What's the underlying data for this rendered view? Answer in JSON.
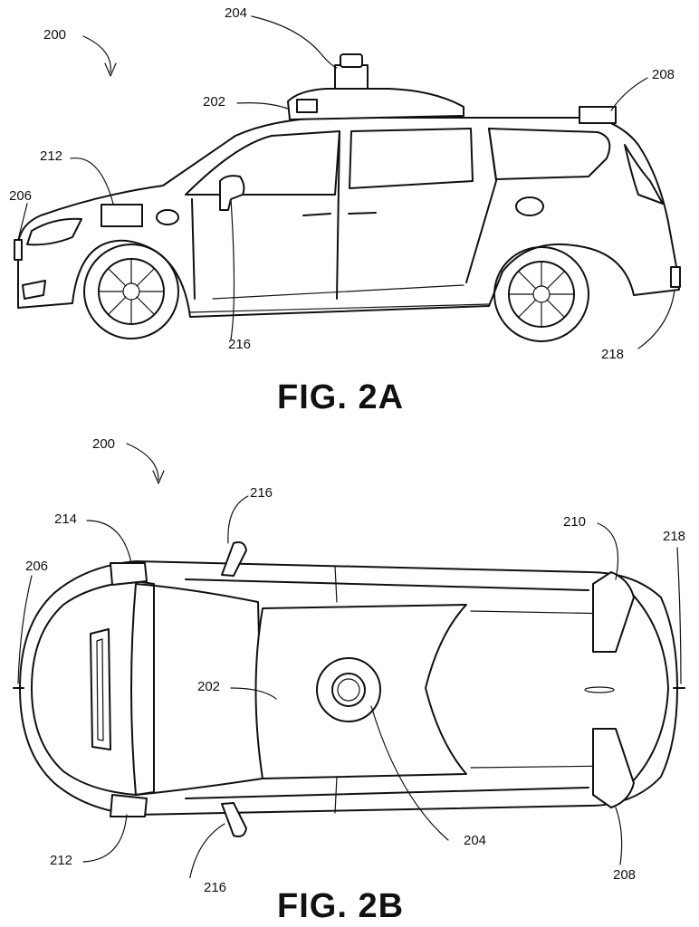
{
  "figures": [
    {
      "caption": "FIG. 2A",
      "labels": [
        "200",
        "204",
        "202",
        "208",
        "212",
        "206",
        "216",
        "218"
      ]
    },
    {
      "caption": "FIG. 2B",
      "labels": [
        "200",
        "216",
        "214",
        "206",
        "210",
        "218",
        "202",
        "212",
        "216",
        "204",
        "208"
      ]
    }
  ]
}
